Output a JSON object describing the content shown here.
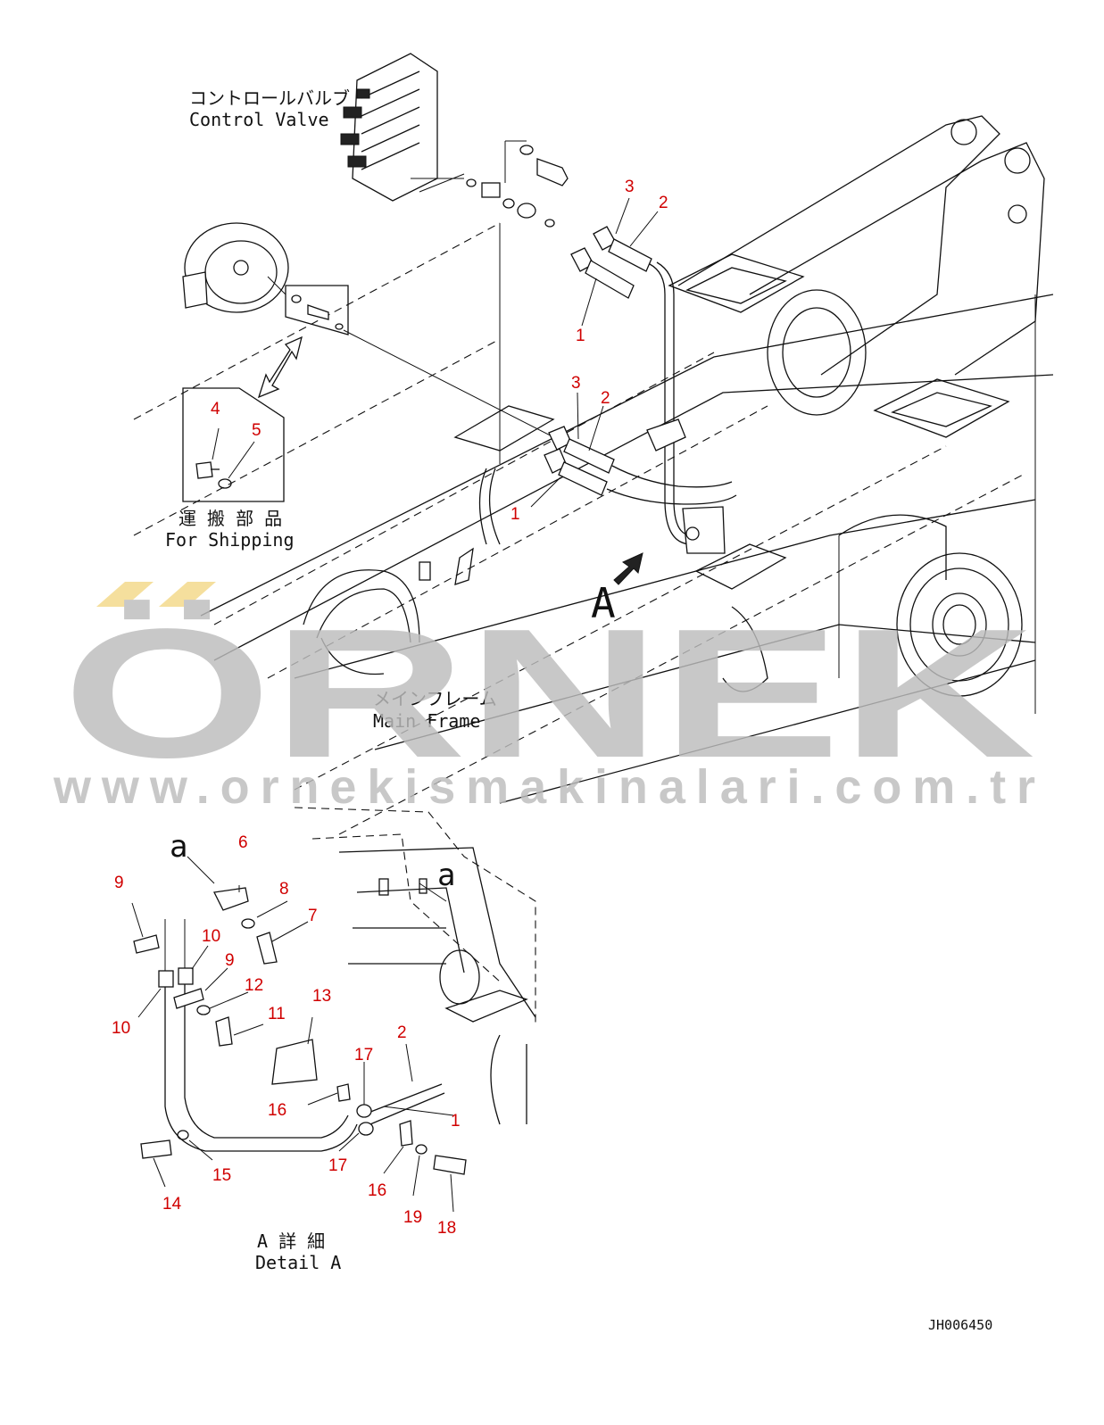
{
  "captions": {
    "control_valve_jp": "コントロールバルブ",
    "control_valve_en": "Control Valve",
    "shipping_jp": "運 搬 部 品",
    "shipping_en": "For Shipping",
    "main_frame_jp": "メインフレーム",
    "main_frame_en": "Main Frame",
    "view_arrow": "A",
    "detail_jp": "A 詳 細",
    "detail_en": "Detail A",
    "drawing_code": "JH006450",
    "sub_a": "a"
  },
  "watermark": {
    "brand": "ÖRNEK",
    "url": "www.ornekismakinalari.com.tr",
    "color": "#bdbdbd",
    "accent": "#f3d888"
  },
  "callout_color": "#d00000",
  "callouts": [
    {
      "id": "upper-3",
      "text": "3"
    },
    {
      "id": "upper-2",
      "text": "2"
    },
    {
      "id": "upper-1",
      "text": "1"
    },
    {
      "id": "mid-3",
      "text": "3"
    },
    {
      "id": "mid-2",
      "text": "2"
    },
    {
      "id": "mid-1",
      "text": "1"
    },
    {
      "id": "ship-4",
      "text": "4"
    },
    {
      "id": "ship-5",
      "text": "5"
    },
    {
      "id": "det-6",
      "text": "6"
    },
    {
      "id": "det-9a",
      "text": "9"
    },
    {
      "id": "det-8",
      "text": "8"
    },
    {
      "id": "det-7",
      "text": "7"
    },
    {
      "id": "det-10a",
      "text": "10"
    },
    {
      "id": "det-9b",
      "text": "9"
    },
    {
      "id": "det-12",
      "text": "12"
    },
    {
      "id": "det-10b",
      "text": "10"
    },
    {
      "id": "det-11",
      "text": "11"
    },
    {
      "id": "det-13",
      "text": "13"
    },
    {
      "id": "det-2",
      "text": "2"
    },
    {
      "id": "det-17a",
      "text": "17"
    },
    {
      "id": "det-16a",
      "text": "16"
    },
    {
      "id": "det-1",
      "text": "1"
    },
    {
      "id": "det-17b",
      "text": "17"
    },
    {
      "id": "det-16b",
      "text": "16"
    },
    {
      "id": "det-15",
      "text": "15"
    },
    {
      "id": "det-14",
      "text": "14"
    },
    {
      "id": "det-19",
      "text": "19"
    },
    {
      "id": "det-18",
      "text": "18"
    }
  ]
}
